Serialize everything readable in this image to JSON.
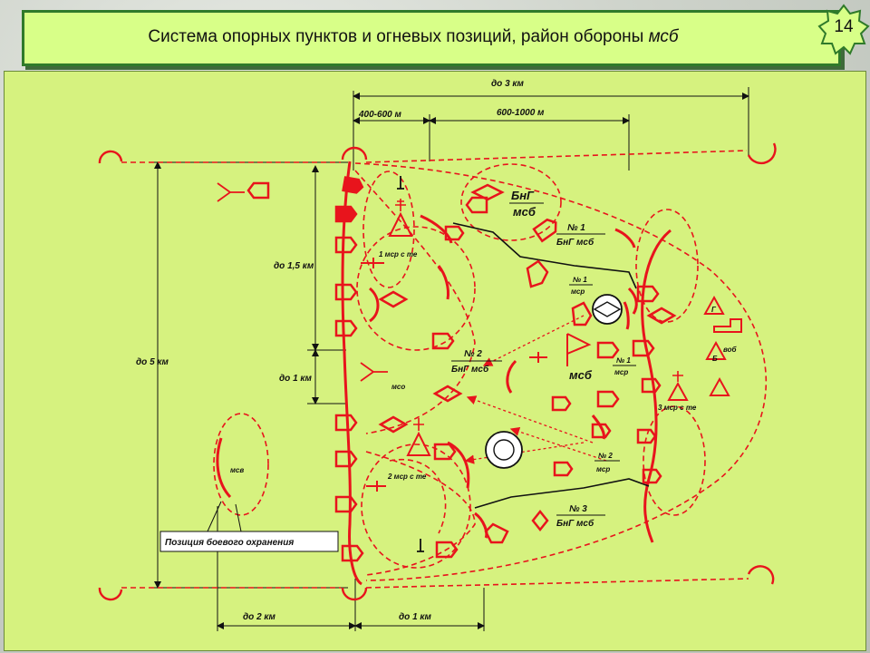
{
  "header": {
    "title": "Система опорных пунктов и огневых позиций, район обороны ",
    "title_italic": "мсб",
    "slide_number": "14"
  },
  "dimensions": {
    "total_depth": "до 3 км",
    "first_depth": "400-600 м",
    "second_depth": "600-1000 м",
    "front_total": "до 5 км",
    "front_company": "до 1,5 км",
    "gap": "до 1 км",
    "forward_distance": "до 2 км",
    "forward_distance_2": "до 1 км"
  },
  "labels": {
    "bng_msb_top": "БнГ",
    "bng_msb_top_sub": "мсб",
    "bng_no1": "№ 1",
    "bng_no1_sub": "БнГ мсб",
    "msr_no1": "№ 1",
    "msr_no1_sub": "мср",
    "msr_no1_b": "№ 1",
    "msr_no1_b_sub": "мср",
    "bng_no2": "№ 2",
    "bng_no2_sub": "БнГ мсб",
    "msb": "мсб",
    "msr_no2": "№ 2",
    "msr_no2_sub": "мср",
    "bng_no3": "№ 3",
    "bng_no3_sub": "БнГ мсб",
    "company1": "1 мср с те",
    "company2": "2 мср с те",
    "company3": "3 мср с те",
    "mso": "мсо",
    "msv": "мсв",
    "vob": "воб",
    "g": "Г",
    "b": "Б",
    "guard_position": "Позиция боевого охранения"
  },
  "colors": {
    "accent": "#e8141c",
    "panel": "#d6f27f",
    "header": "#d8ff88",
    "border": "#2f7a2a"
  }
}
